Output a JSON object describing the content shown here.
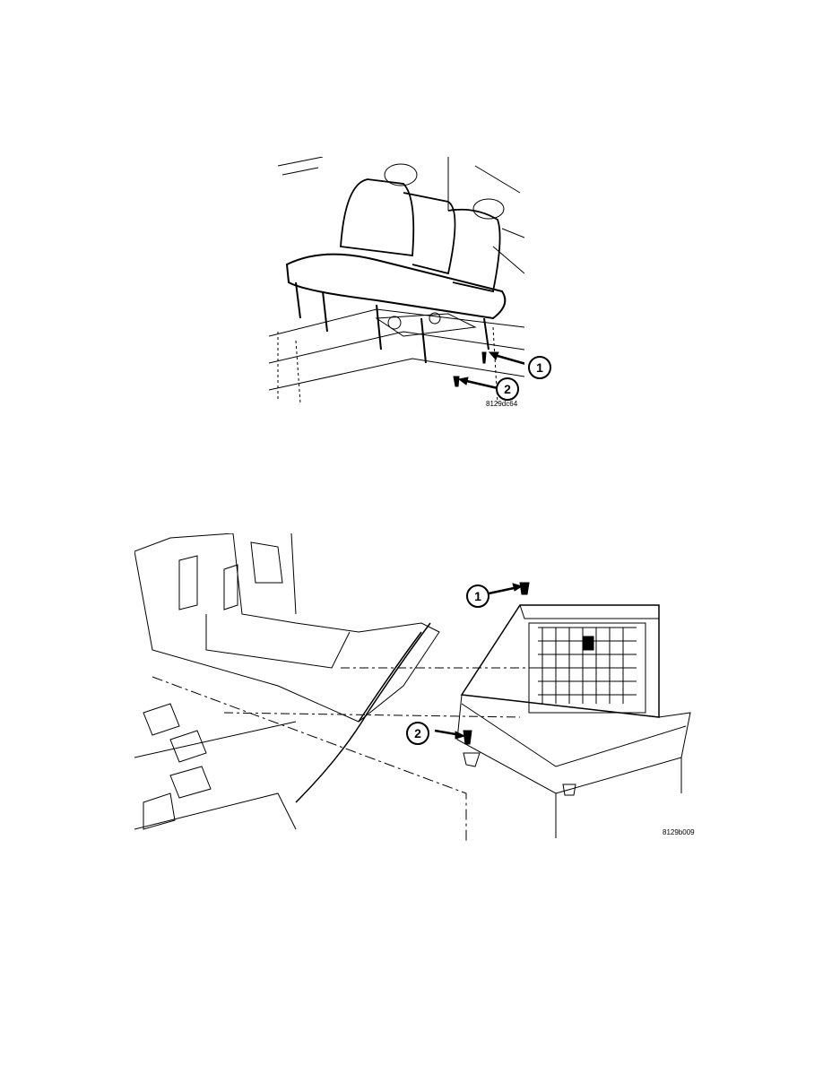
{
  "figures": [
    {
      "id_label": "8129dc64",
      "subject": "rear-bench-seat",
      "callouts": [
        "1",
        "2"
      ]
    },
    {
      "id_label": "8129b009",
      "subject": "rear-storage-bin",
      "callouts": [
        "1",
        "2"
      ]
    }
  ]
}
